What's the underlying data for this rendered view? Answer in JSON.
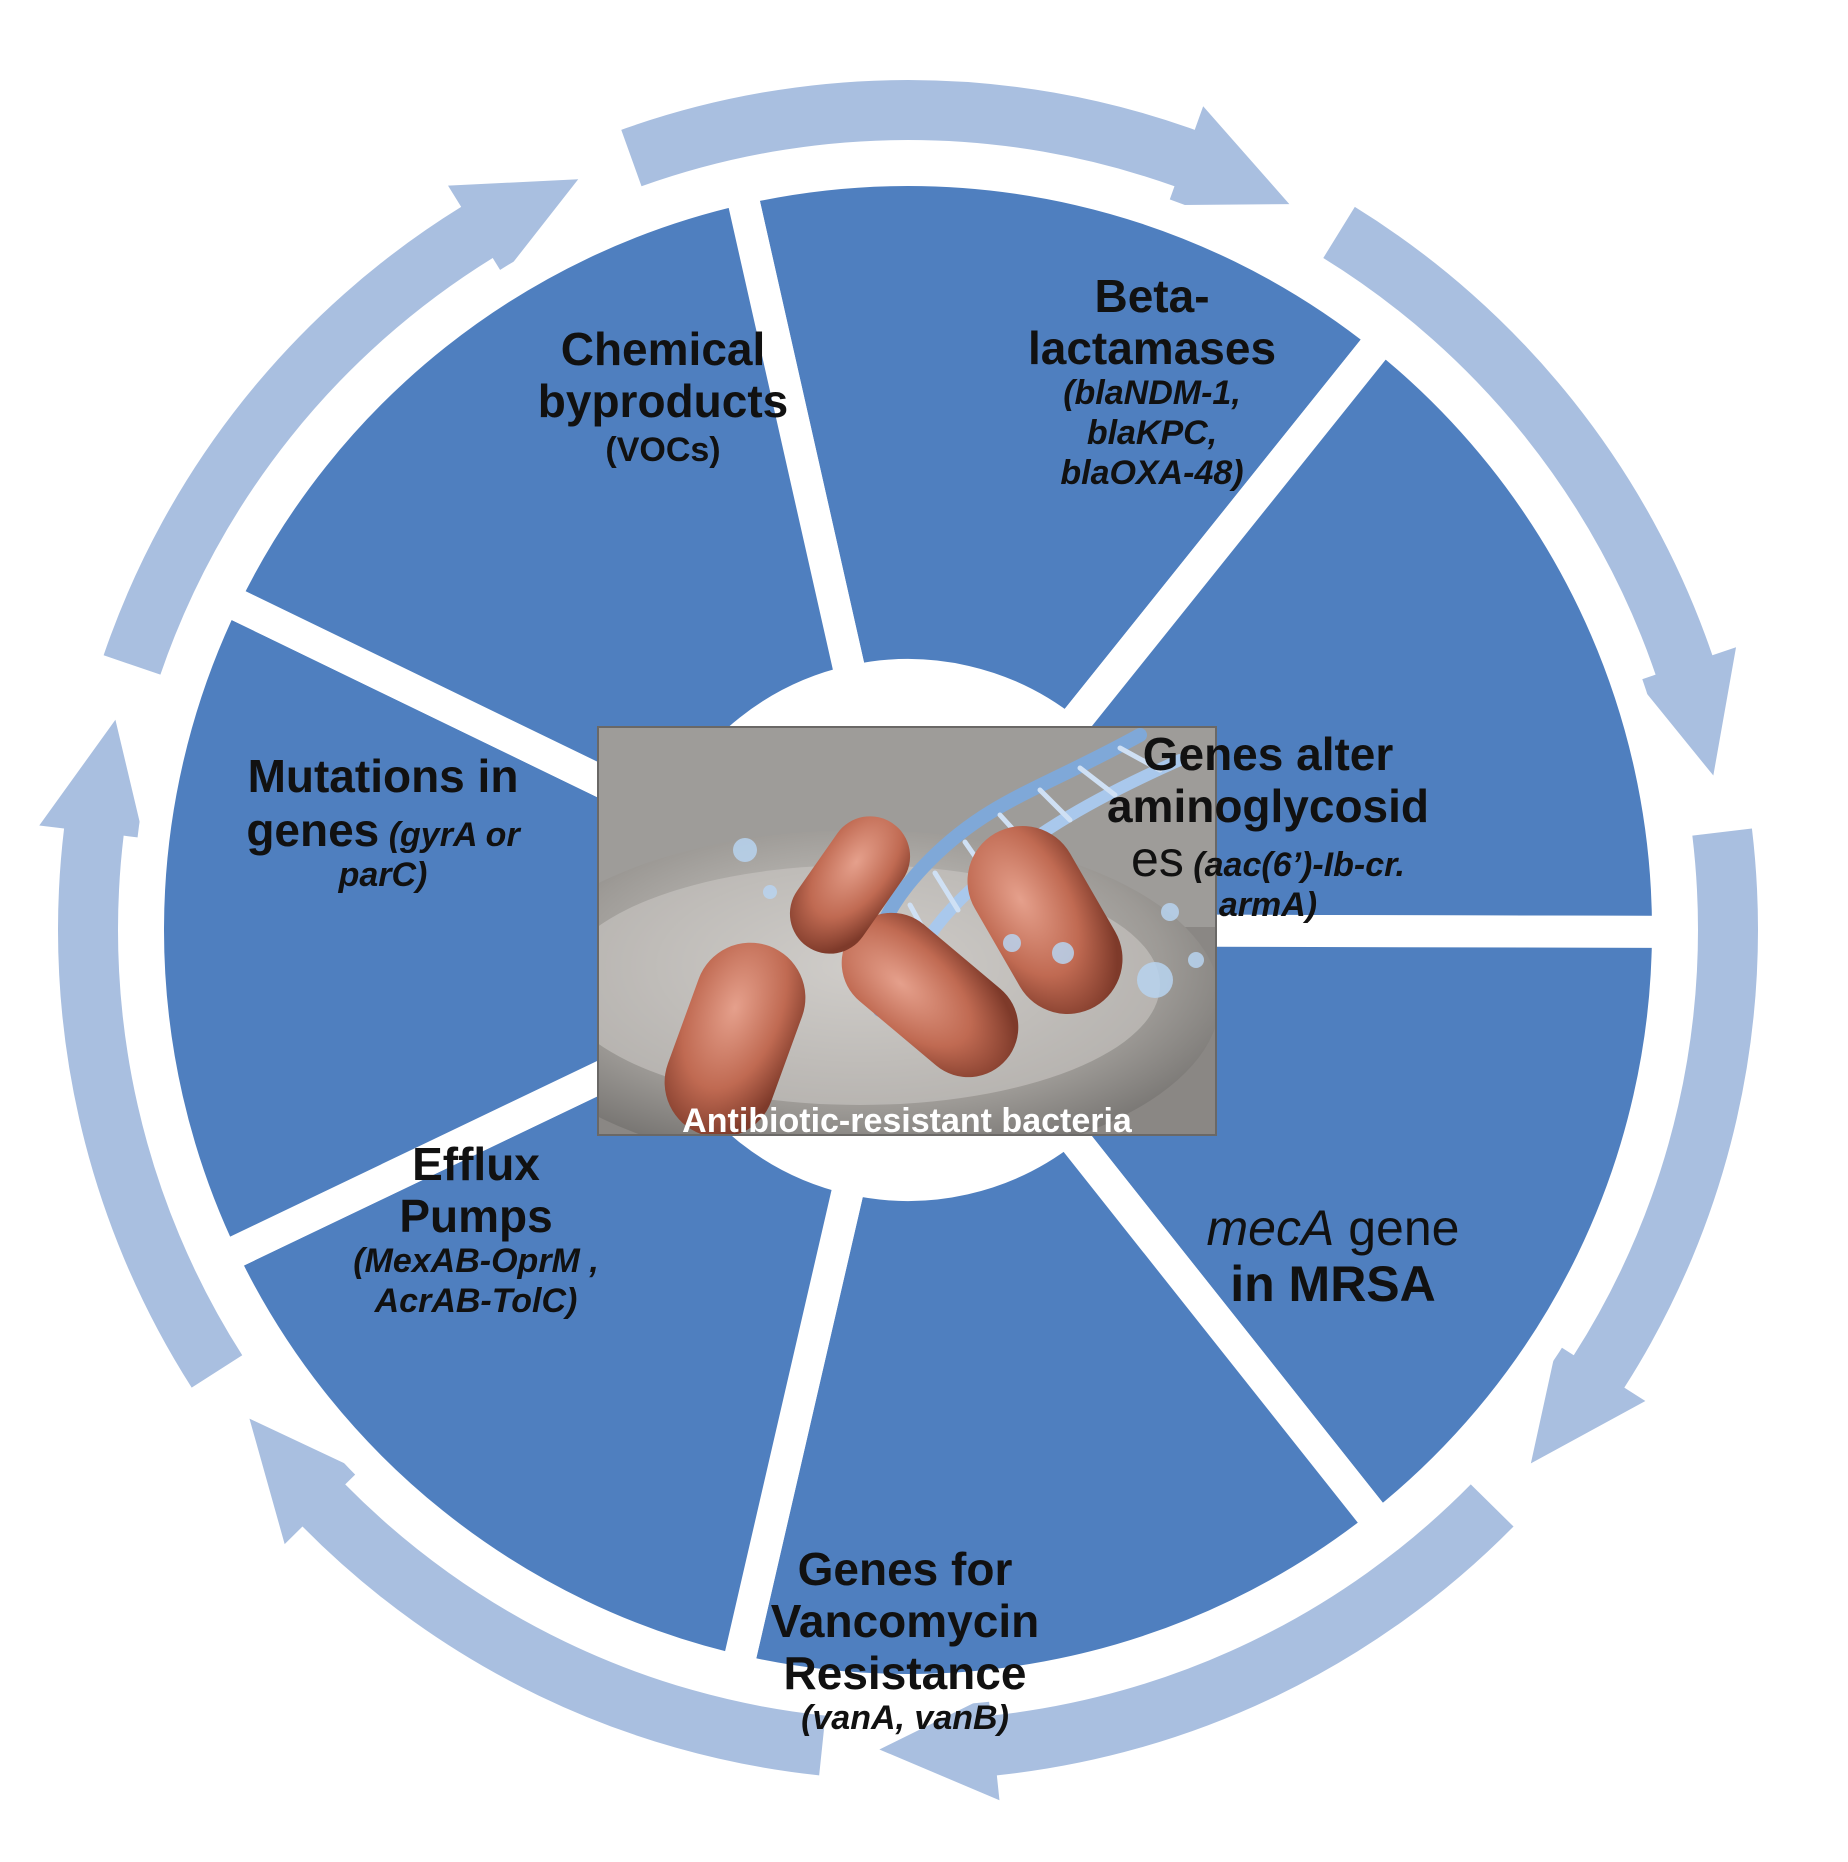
{
  "colors": {
    "segment": "#4f7fbf",
    "segment_edge": "#ffffff",
    "arrow": "#a9bfe0",
    "text": "#111111",
    "center_caption": "#ffffff"
  },
  "center": {
    "caption": "Antibiotic-resistant bacteria"
  },
  "segments": [
    {
      "id": "chemical",
      "lines": [
        {
          "text": "Chemical",
          "style": "bold"
        },
        {
          "text": "byproducts",
          "style": "bold"
        },
        {
          "text": "(VOCs)",
          "style": "paren"
        }
      ]
    },
    {
      "id": "beta",
      "lines": [
        {
          "text": "Beta-",
          "style": "bold"
        },
        {
          "text": "lactamases",
          "style": "bold"
        },
        {
          "text": "(blaNDM-1,",
          "style": "italic"
        },
        {
          "text": "blaKPC,",
          "style": "italic"
        },
        {
          "text": "blaOXA-48)",
          "style": "italic"
        }
      ]
    },
    {
      "id": "amino",
      "lines": [
        {
          "text": "Genes alter",
          "style": "bold"
        },
        {
          "text": "aminoglycosid",
          "style": "bold"
        },
        {
          "text_a": "es",
          "text_b": " (aac(6’)-Ib-cr.",
          "style": "mixed"
        },
        {
          "text": "armA)",
          "style": "italic"
        }
      ]
    },
    {
      "id": "meca",
      "lines": [
        {
          "text_a": "mecA",
          "text_b": " gene",
          "style": "meca"
        },
        {
          "text": "in MRSA",
          "style": "bold_lg"
        }
      ]
    },
    {
      "id": "vanco",
      "lines": [
        {
          "text": "Genes for",
          "style": "bold"
        },
        {
          "text": "Vancomycin",
          "style": "bold"
        },
        {
          "text": "Resistance",
          "style": "bold"
        },
        {
          "text": "(vanA, vanB)",
          "style": "italic"
        }
      ]
    },
    {
      "id": "efflux",
      "lines": [
        {
          "text": "Efflux",
          "style": "bold"
        },
        {
          "text": "Pumps",
          "style": "bold"
        },
        {
          "text": "(MexAB-OprM ,",
          "style": "italic"
        },
        {
          "text": "AcrAB-TolC)",
          "style": "italic"
        }
      ]
    },
    {
      "id": "mutations",
      "lines": [
        {
          "text": "Mutations in",
          "style": "bold"
        },
        {
          "text_a": "genes",
          "text_b": " (gyrA or",
          "style": "mixed"
        },
        {
          "text": "parC)",
          "style": "italic"
        }
      ]
    }
  ]
}
